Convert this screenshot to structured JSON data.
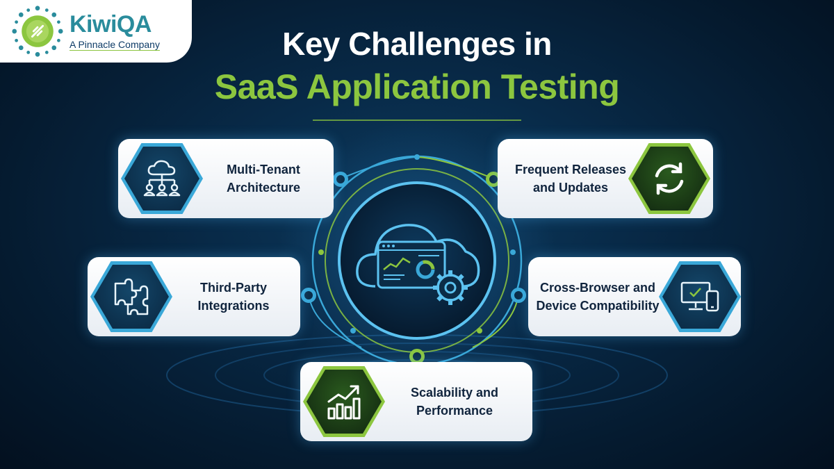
{
  "logo": {
    "name": "KiwiQA",
    "tagline": "A Pinnacle Company"
  },
  "title": {
    "line1": "Key Challenges in",
    "line2": "SaaS Application Testing"
  },
  "colors": {
    "accent_green": "#8cc63f",
    "accent_blue": "#3aa8d8",
    "background": "#062038"
  },
  "challenges": [
    {
      "label": "Multi-Tenant\nArchitecture",
      "icon": "cloud-users-icon"
    },
    {
      "label": "Frequent Releases\nand Updates",
      "icon": "refresh-icon"
    },
    {
      "label": "Third-Party\nIntegrations",
      "icon": "puzzle-icon"
    },
    {
      "label": "Cross-Browser and\nDevice Compatibility",
      "icon": "devices-icon"
    },
    {
      "label": "Scalability and\nPerformance",
      "icon": "growth-chart-icon"
    }
  ],
  "center_icon": "cloud-dashboard-gear-icon"
}
